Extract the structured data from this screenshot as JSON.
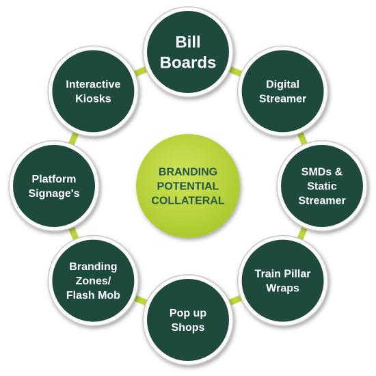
{
  "center": {
    "lines": [
      "BRANDING",
      "POTENTIAL",
      "COLLATERAL"
    ]
  },
  "nodes": [
    {
      "id": "bill-boards",
      "lines": [
        "Bill",
        "Boards"
      ]
    },
    {
      "id": "digital-streamer",
      "lines": [
        "Digital",
        "Streamer"
      ]
    },
    {
      "id": "smds-static-streamer",
      "lines": [
        "SMDs &",
        "Static",
        "Streamer"
      ]
    },
    {
      "id": "train-pillar-wraps",
      "lines": [
        "Train Pillar",
        "Wraps"
      ]
    },
    {
      "id": "pop-up-shops",
      "lines": [
        "Pop up",
        "Shops"
      ]
    },
    {
      "id": "branding-zones-flash-mob",
      "lines": [
        "Branding",
        "Zones/",
        "Flash Mob"
      ]
    },
    {
      "id": "platform-signages",
      "lines": [
        "Platform",
        "Signage's"
      ]
    },
    {
      "id": "interactive-kiosks",
      "lines": [
        "Interactive",
        "Kiosks"
      ]
    }
  ],
  "colors": {
    "node_fill": "#1e4a3e",
    "node_border": "#ffffff",
    "ring_outline": "#c9c9c9",
    "connector": "#bcd63c",
    "center_fill": "#b5d234",
    "center_text": "#24564a"
  }
}
